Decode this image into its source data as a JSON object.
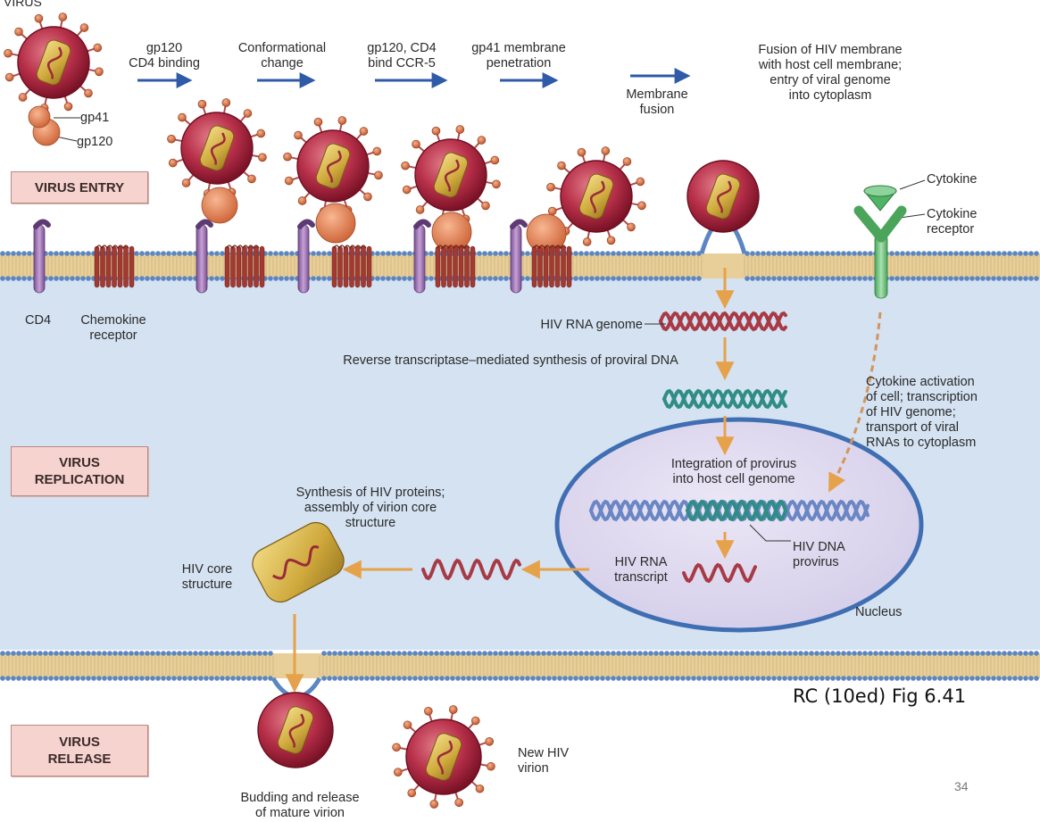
{
  "diagram": {
    "corner_label": "VIRUS",
    "stage_boxes": {
      "entry": "VIRUS ENTRY",
      "replication": "VIRUS\nREPLICATION",
      "release": "VIRUS\nRELEASE"
    },
    "entry_steps": [
      "gp120\nCD4 binding",
      "Conformational\nchange",
      "gp120, CD4\nbind CCR-5",
      "gp41 membrane\npenetration",
      "Membrane\nfusion",
      "Fusion of HIV membrane\nwith host cell membrane;\nentry of viral genome\ninto cytoplasm"
    ],
    "virus_parts": {
      "gp41": "gp41",
      "gp120": "gp120"
    },
    "membrane_labels": {
      "cd4": "CD4",
      "chemokine_receptor": "Chemokine\nreceptor",
      "cytokine": "Cytokine",
      "cytokine_receptor": "Cytokine\nreceptor"
    },
    "replication_labels": {
      "hiv_rna_genome": "HIV RNA genome",
      "reverse_transcriptase": "Reverse transcriptase–mediated synthesis of proviral DNA",
      "integration": "Integration of provirus\ninto host cell genome",
      "cytokine_activation": "Cytokine activation\nof cell; transcription\nof HIV genome;\ntransport of viral\nRNAs to cytoplasm",
      "hiv_dna_provirus": "HIV DNA\nprovirus",
      "hiv_rna_transcript": "HIV RNA\ntranscript",
      "nucleus": "Nucleus",
      "synthesis": "Synthesis of HIV proteins;\nassembly of virion core\nstructure",
      "core_structure": "HIV core\nstructure"
    },
    "release_labels": {
      "budding": "Budding and release\nof mature virion",
      "new_virion": "New HIV\nvirion"
    },
    "caption": "RC (10ed) Fig 6.41",
    "page_number": "34"
  },
  "colors": {
    "cytoplasm": "#d4e2f1",
    "membrane_bead": "#5b86c2",
    "membrane_tail": "#e8cf9a",
    "virus_envelope": "#a8233a",
    "virus_core": "#d2b040",
    "cd4": "#9a6fb0",
    "chemokine_receptor": "#a23a33",
    "cytokine_receptor": "#6cc07a",
    "nucleus": "#ddd8ee",
    "nucleus_border": "#3f6eb2",
    "arrow_orange": "#e6a24a",
    "arrow_blue": "#2f5aa8",
    "stage_box": "#f6d3ce"
  }
}
